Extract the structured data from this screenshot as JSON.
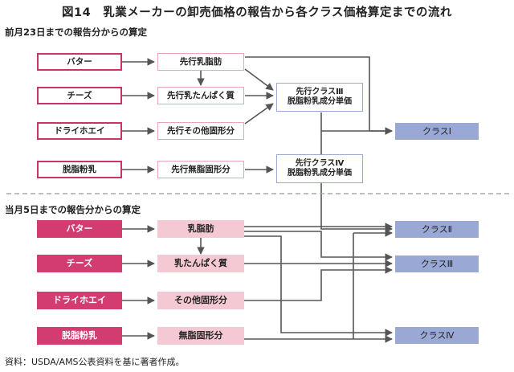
{
  "title": "図14　乳業メーカーの卸売価格の報告から各クラス価格算定までの流れ",
  "section1": "前月23日までの報告分からの算定",
  "section2": "当月5日までの報告分からの算定",
  "top": {
    "sources": [
      "バター",
      "チーズ",
      "ドライホエイ",
      "脱脂粉乳"
    ],
    "components": [
      "先行乳脂肪",
      "先行乳たんぱく質",
      "先行その他固形分",
      "先行無脂固形分"
    ],
    "combined1": [
      "先行クラスⅢ",
      "脱脂粉乳成分単価"
    ],
    "combined2": [
      "先行クラスⅣ",
      "脱脂粉乳成分単価"
    ],
    "class1": "クラスⅠ"
  },
  "bottom": {
    "sources": [
      "バター",
      "チーズ",
      "ドライホエイ",
      "脱脂粉乳"
    ],
    "components": [
      "乳脂肪",
      "乳たんぱく質",
      "その他固形分",
      "無脂固形分"
    ],
    "classes": [
      "クラスⅡ",
      "クラスⅢ",
      "クラスⅣ"
    ]
  },
  "footer": "資料：USDA/AMS公表資料を基に著者作成。",
  "colors": {
    "pink_dark": "#d23c70",
    "pink_light": "#f4c9d4",
    "class_blue": "#9aa8d6",
    "arrow": "#555555"
  }
}
